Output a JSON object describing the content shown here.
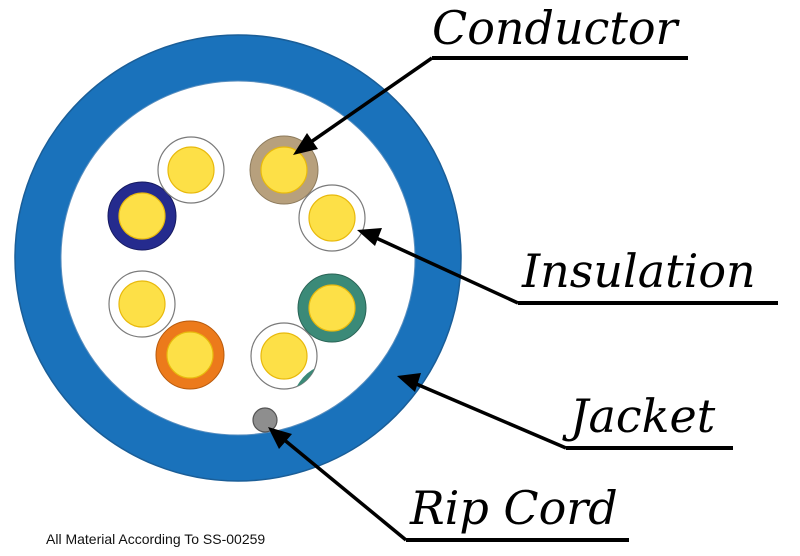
{
  "labels": {
    "conductor": "Conductor",
    "insulation": "Insulation",
    "jacket": "Jacket",
    "rip_cord": "Rip Cord"
  },
  "footnote": "All Material According To SS-00259",
  "colors": {
    "jacket": "#1a72bb",
    "jacket_inner": "#ffffff",
    "conductor": "#fde047",
    "conductor_stroke": "#e8b90c",
    "insulation_white": "#ffffff",
    "rip_cord": "#8e8e8e",
    "pair_brown": "#b7a07d",
    "pair_blue": "#252b8e",
    "pair_green": "#3b8a78",
    "pair_orange": "#ec7a1b",
    "stripe_brown": "#b7a07d",
    "stripe_blue": "#252b8e",
    "stripe_green": "#3b8a78",
    "stripe_orange": "#ec7a1b"
  }
}
